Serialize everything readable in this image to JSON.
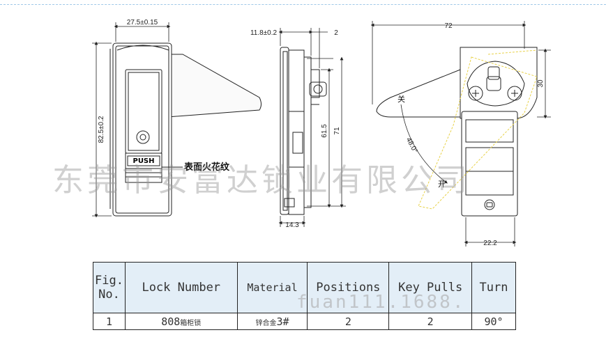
{
  "dimensions": {
    "front_width": "27.5±0.15",
    "front_height": "82.5±0.2",
    "side_top_left": "11.8±0.2",
    "side_top_right": "2",
    "side_inner": "61.5",
    "side_height": "71",
    "side_bottom": "14.3",
    "rear_width": "72",
    "rear_height": "30",
    "rear_angle": "48.0°",
    "rear_bottom": "22.2"
  },
  "labels": {
    "push": "PUSH",
    "surface_note": "表面火花纹",
    "close": "关",
    "open": "开"
  },
  "watermark": {
    "company": "东莞市安富达锁业有限公司",
    "site": "fuan111.1688."
  },
  "table": {
    "headers": [
      "Fig.\nNo.",
      "Lock Number",
      "Material",
      "Positions",
      "Key Pulls",
      "Turn"
    ],
    "row": {
      "fig": "1",
      "lock_number": "808",
      "lock_suffix": "箱柜锁",
      "material_prefix": "锌合金",
      "material_grade": "3#",
      "positions": "2",
      "key_pulls": "2",
      "turn": "90°"
    }
  },
  "colors": {
    "line": "#222222",
    "dashed_yellow": "#e8d24a",
    "table_header": "#e3eef7"
  }
}
